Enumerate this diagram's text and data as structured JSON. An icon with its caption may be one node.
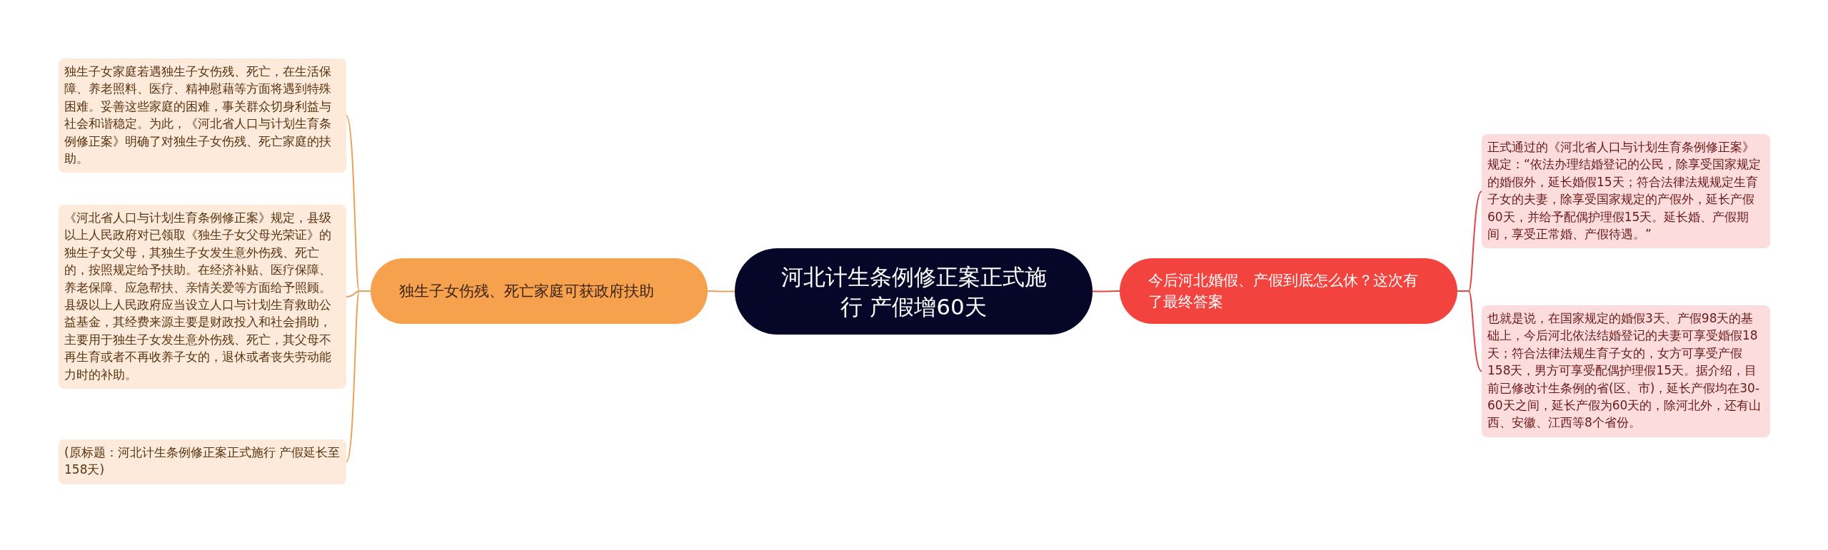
{
  "diagram": {
    "nodes": [
      {
        "text": [
          "河北计生条例修正案正式施行 产假增60天"
        ]
      },
      {
        "text": [
          "独生子女伤残、死亡家庭可获政府扶助"
        ]
      },
      {
        "text": [
          "独生子女家庭若遇独生子女伤残、死亡，在生活保障、养老照料、医疗、精神慰藉等方面将遇到特殊困难。妥善这些家庭的困难，事关群众切身利益与社会和谐稳定。为此，《河北省人口与计划生育条例修正案》明确了对独生子女伤残、死亡家庭的扶助。"
        ]
      },
      {
        "text": [
          "《河北省人口与计划生育条例修正案》规定，县级以上人民政府对已领取《独生子女父母光荣证》的独生子女父母，其独生子女发生意外伤残、死亡的，按照规定给予扶助。在经济补贴、医疗保障、养老保障、应急帮扶、亲情关爱等方面给予照顾。县级以上人民政府应当设立人口与计划生育救助公益基金，其经费来源主要是财政投入和社会捐助，主要用于独生子女发生意外伤残、死亡，其父母不再生育或者不再收养子女的，退休或者丧失劳动能力时的补助。"
        ]
      },
      {
        "text": [
          "(原标题：河北计生条例修正案正式施行 产假延长至158天)"
        ]
      },
      {
        "text": [
          "今后河北婚假、产假到底怎么休？这次有了最终答案"
        ]
      },
      {
        "text": [
          "正式通过的《河北省人口与计划生育条例修正案》规定：“依法办理结婚登记的公民，除享受国家规定的婚假外，延长婚假15天；符合法律法规规定生育子女的夫妻，除享受国家规定的产假外，延长产假60天，并给予配偶护理假15天。延长婚、产假期间，享受正常婚、产假待遇。”"
        ]
      },
      {
        "text": [
          "也就是说，在国家规定的婚假3天、产假98天的基础上，今后河北依法结婚登记的夫妻可享受婚假18天；符合法律法规生育子女的，女方可享受产假158天，男方可享受配偶护理假15天。据介绍，目前已修改计生条例的省(区、市)，延长产假均在30-60天之间，延长产假为60天的，除河北外，还有山西、安徽、江西等8个省份。"
        ]
      }
    ],
    "edges": [
      {
        "from": 0,
        "to": 1,
        "arrow": "none",
        "color": "#e8a25a"
      },
      {
        "from": 1,
        "to": 2,
        "arrow": "none",
        "color": "#e8a25a"
      },
      {
        "from": 1,
        "to": 3,
        "arrow": "none",
        "color": "#e8a25a"
      },
      {
        "from": 1,
        "to": 4,
        "arrow": "none",
        "color": "#e8a25a"
      },
      {
        "from": 0,
        "to": 5,
        "arrow": "none",
        "color": "#e04848"
      },
      {
        "from": 5,
        "to": 6,
        "arrow": "none",
        "color": "#e04848"
      },
      {
        "from": 5,
        "to": 7,
        "arrow": "none",
        "color": "#e04848"
      }
    ]
  }
}
